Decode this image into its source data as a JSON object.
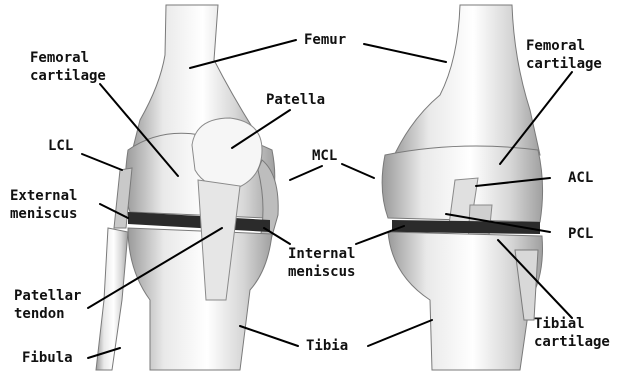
{
  "labels": {
    "femur": "Femur",
    "femoral_cartilage_left_1": "Femoral",
    "femoral_cartilage_left_2": "cartilage",
    "femoral_cartilage_right_1": "Femoral",
    "femoral_cartilage_right_2": "cartilage",
    "patella": "Patella",
    "lcl": "LCL",
    "mcl": "MCL",
    "acl": "ACL",
    "pcl": "PCL",
    "external_meniscus_1": "External",
    "external_meniscus_2": "meniscus",
    "internal_meniscus_1": "Internal",
    "internal_meniscus_2": "meniscus",
    "patellar_tendon_1": "Patellar",
    "patellar_tendon_2": "tendon",
    "tibia": "Tibia",
    "fibula": "Fibula",
    "tibial_cartilage_1": "Tibial",
    "tibial_cartilage_2": "cartilage"
  },
  "colors": {
    "bone_light": "#f0f0f0",
    "bone_mid": "#cfcfcf",
    "bone_dark": "#8a8a8a",
    "meniscus_dark": "#2b2b2b",
    "leader": "#000000",
    "text": "#111111"
  }
}
